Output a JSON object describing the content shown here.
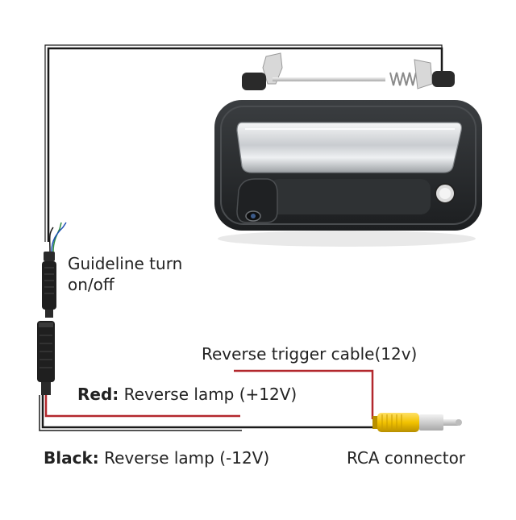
{
  "labels": {
    "guideline": "Guideline turn on/off",
    "trigger": "Reverse trigger cable(12v)",
    "red_key": "Red:",
    "red_text": " Reverse lamp (+12V)",
    "black_key": "Black:",
    "black_text": " Reverse lamp (-12V)",
    "rca": "RCA connector"
  },
  "colors": {
    "wire_black": "#1a1a1a",
    "wire_red": "#b3282d",
    "rca_yellow": "#f2c200",
    "handle_body": "#2a2c2e",
    "chrome": "#d9dcdf"
  },
  "icons": [
    "tailgate-handle-camera-icon",
    "rca-plug-icon",
    "connector-plug-icon"
  ]
}
